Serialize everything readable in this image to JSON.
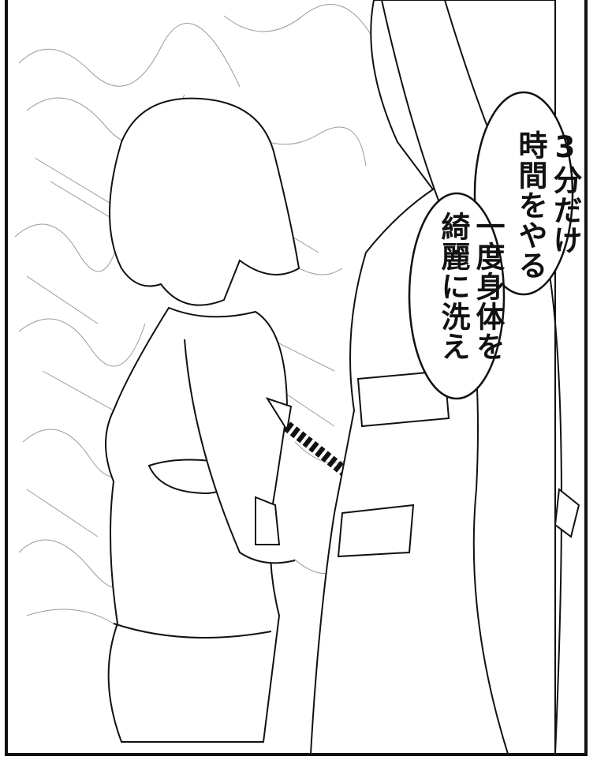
{
  "bubbles": [
    {
      "lines": [
        "3分だけ",
        "時間をやる"
      ]
    },
    {
      "lines": [
        "一度身体を",
        "綺麗に洗え"
      ]
    }
  ],
  "colors": {
    "ink": "#111111",
    "paper": "#ffffff",
    "sketch": "#9a9a9a"
  }
}
